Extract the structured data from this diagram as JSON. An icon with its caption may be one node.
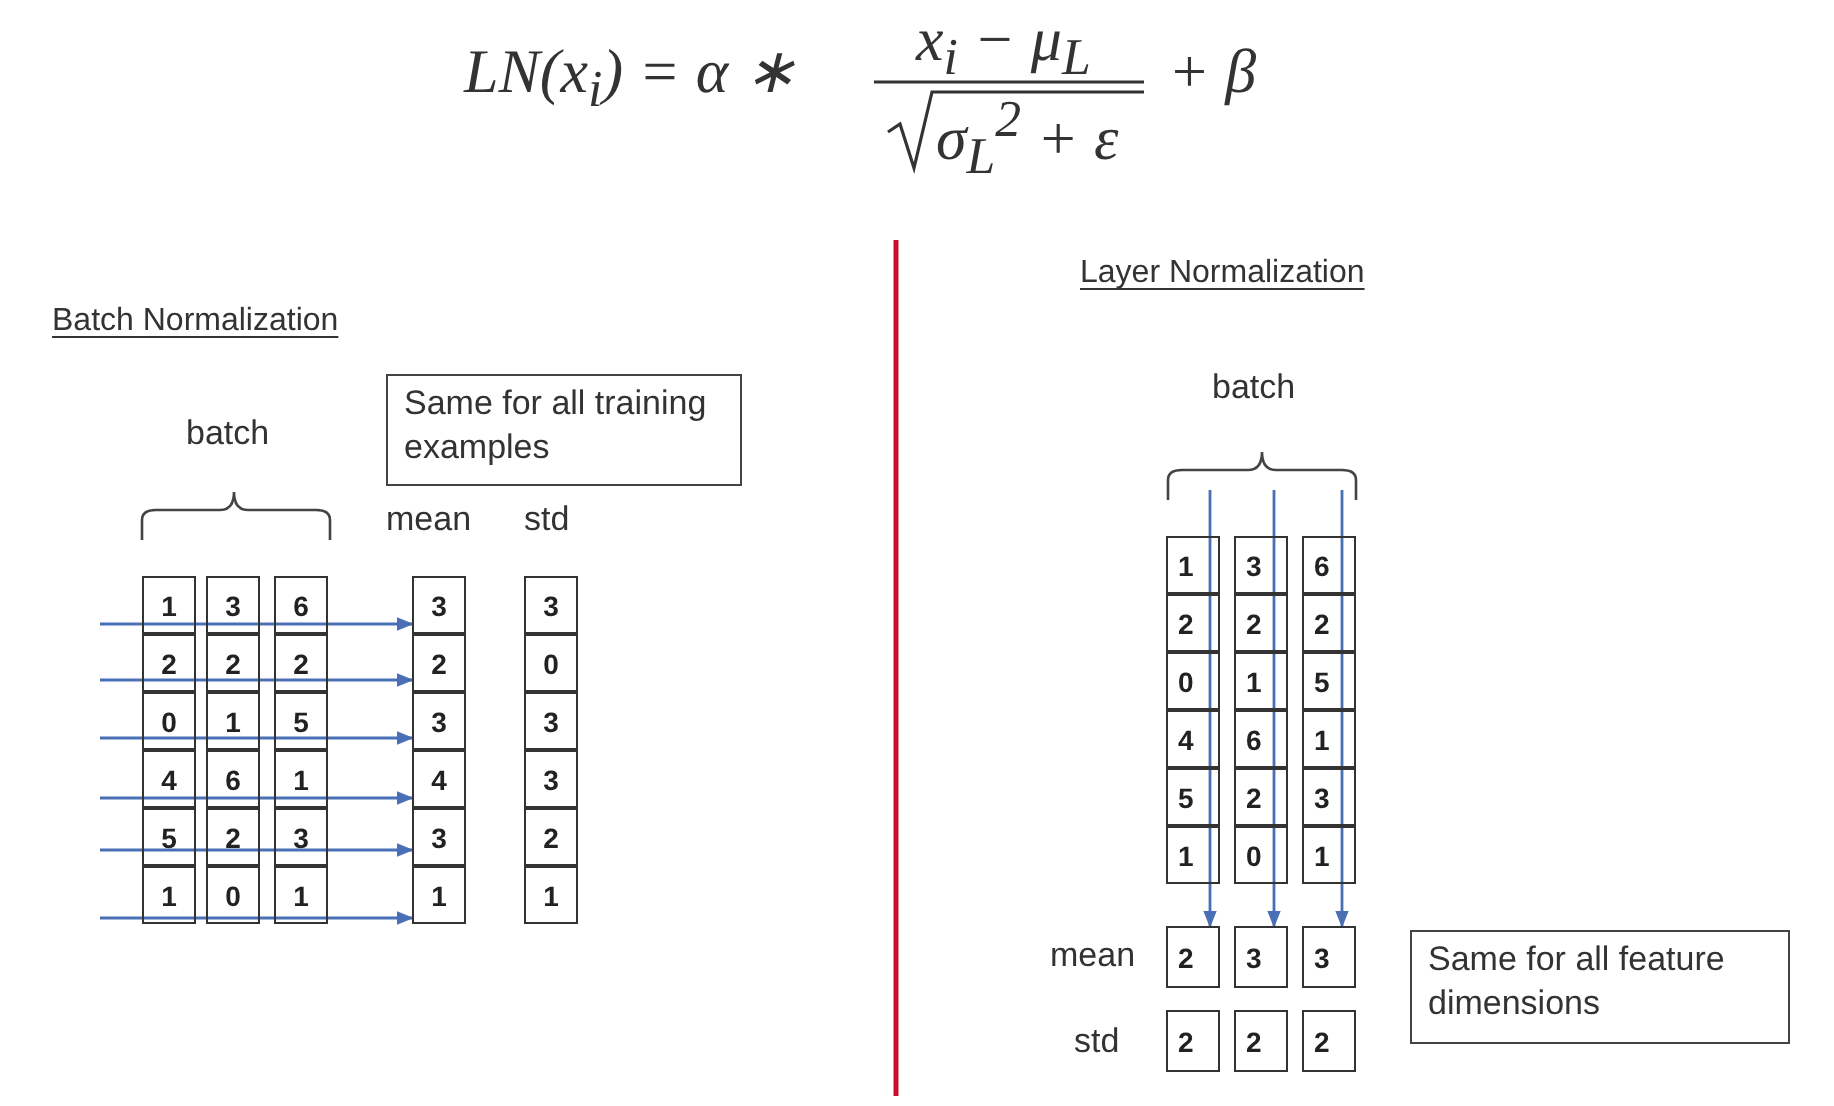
{
  "diagram": {
    "nodes": [
      {
        "text": [
          "Same for all training examples"
        ]
      },
      {
        "text": [
          "1"
        ]
      },
      {
        "text": [
          "3"
        ]
      },
      {
        "text": [
          "6"
        ]
      },
      {
        "text": [
          "2"
        ]
      },
      {
        "text": [
          "2"
        ]
      },
      {
        "text": [
          "2"
        ]
      },
      {
        "text": [
          "0"
        ]
      },
      {
        "text": [
          "1"
        ]
      },
      {
        "text": [
          "5"
        ]
      },
      {
        "text": [
          "4"
        ]
      },
      {
        "text": [
          "6"
        ]
      },
      {
        "text": [
          "1"
        ]
      },
      {
        "text": [
          "5"
        ]
      },
      {
        "text": [
          "2"
        ]
      },
      {
        "text": [
          "3"
        ]
      },
      {
        "text": [
          "1"
        ]
      },
      {
        "text": [
          "0"
        ]
      },
      {
        "text": [
          "1"
        ]
      },
      {
        "text": [
          "3"
        ]
      },
      {
        "text": [
          "2"
        ]
      },
      {
        "text": [
          "3"
        ]
      },
      {
        "text": [
          "4"
        ]
      },
      {
        "text": [
          "3"
        ]
      },
      {
        "text": [
          "1"
        ]
      },
      {
        "text": [
          "3"
        ]
      },
      {
        "text": [
          "0"
        ]
      },
      {
        "text": [
          "3"
        ]
      },
      {
        "text": [
          "3"
        ]
      },
      {
        "text": [
          "2"
        ]
      },
      {
        "text": [
          "1"
        ]
      },
      {
        "text": [
          "1"
        ]
      },
      {
        "text": [
          "3"
        ]
      },
      {
        "text": [
          "6"
        ]
      },
      {
        "text": [
          "2"
        ]
      },
      {
        "text": [
          "2"
        ]
      },
      {
        "text": [
          "2"
        ]
      },
      {
        "text": [
          "0"
        ]
      },
      {
        "text": [
          "1"
        ]
      },
      {
        "text": [
          "5"
        ]
      },
      {
        "text": [
          "4"
        ]
      },
      {
        "text": [
          "6"
        ]
      },
      {
        "text": [
          "1"
        ]
      },
      {
        "text": [
          "5"
        ]
      },
      {
        "text": [
          "2"
        ]
      },
      {
        "text": [
          "3"
        ]
      },
      {
        "text": [
          "1"
        ]
      },
      {
        "text": [
          "0"
        ]
      },
      {
        "text": [
          "1"
        ]
      },
      {
        "text": [
          "2"
        ]
      },
      {
        "text": [
          "3"
        ]
      },
      {
        "text": [
          "3"
        ]
      },
      {
        "text": [
          "2"
        ]
      },
      {
        "text": [
          "2"
        ]
      },
      {
        "text": [
          "2"
        ]
      },
      {
        "text": [
          "Same for all feature dimensions"
        ]
      }
    ],
    "edges": [
      {
        "from": null,
        "to": 19,
        "arrow": "to"
      },
      {
        "from": null,
        "to": 20,
        "arrow": "to"
      },
      {
        "from": null,
        "to": 21,
        "arrow": "to"
      },
      {
        "from": null,
        "to": 22,
        "arrow": "to"
      },
      {
        "from": null,
        "to": 23,
        "arrow": "to"
      },
      {
        "from": null,
        "to": 24,
        "arrow": "to"
      },
      {
        "from": null,
        "to": 49,
        "arrow": "to"
      },
      {
        "from": null,
        "to": 50,
        "arrow": "to"
      },
      {
        "from": null,
        "to": 51,
        "arrow": "to"
      }
    ],
    "labels": [
      "LN(x$_{i}$) = α ∗",
      "x$_{i}$ − μ$_{L}$",
      "σ$_{L}$$^{2}$ + ε",
      "+ β",
      "Batch Normalization",
      "batch",
      "mean",
      "std",
      "Layer Normalization",
      "batch",
      "mean",
      "std"
    ]
  }
}
